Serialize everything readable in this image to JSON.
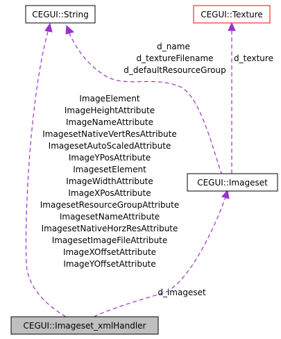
{
  "nodes": {
    "string": "CEGUI::String",
    "texture": "CEGUI::Texture",
    "imageset": "CEGUI::Imageset",
    "handler": "CEGUI::Imageset_xmlHandler"
  },
  "edge_labels": {
    "imageset_to_string": [
      "d_name",
      "d_textureFilename",
      "d_defaultResourceGroup"
    ],
    "imageset_to_texture": [
      "d_texture"
    ],
    "handler_to_string": [
      "ImageElement",
      "ImageHeightAttribute",
      "ImageNameAttribute",
      "ImagesetNativeVertResAttribute",
      "ImagesetAutoScaledAttribute",
      "ImageYPosAttribute",
      "ImagesetElement",
      "ImageWidthAttribute",
      "ImageXPosAttribute",
      "ImagesetResourceGroupAttribute",
      "ImagesetNameAttribute",
      "ImagesetNativeHorzResAttribute",
      "ImagesetImageFileAttribute",
      "ImageXOffsetAttribute",
      "ImageYOffsetAttribute"
    ],
    "handler_to_imageset": [
      "d_imageset"
    ]
  },
  "colors": {
    "edge": "#9a32cd",
    "texture_border": "#ff0000",
    "handler_fill": "#bfbfbf"
  }
}
